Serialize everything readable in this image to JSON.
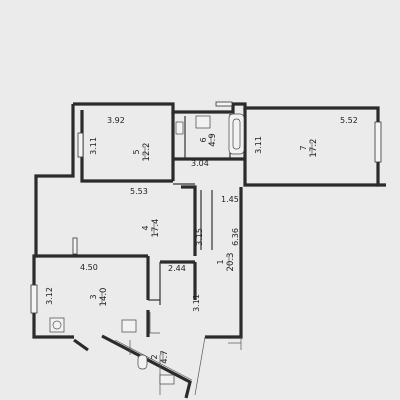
{
  "dimensions": {
    "top_left_width": "3.92",
    "top_left_height": "3.11",
    "bath_width": "3.04",
    "top_right_width": "5.52",
    "top_right_height": "3.11",
    "corridor_top": "1.45",
    "living_width": "5.53",
    "corridor_vertical": "6.36",
    "living_depth": "3.15",
    "bottom_left_width": "4.50",
    "bottom_left_height": "3.12",
    "kitchen_width": "2.44",
    "kitchen_height": "3.11"
  },
  "rooms": {
    "r5": {
      "number": "5",
      "area": "12.2"
    },
    "r6": {
      "number": "6",
      "area": "4.9"
    },
    "r7": {
      "number": "7",
      "area": "17.2"
    },
    "r4": {
      "number": "4",
      "area": "17.4"
    },
    "r1": {
      "number": "1",
      "area": "20.3"
    },
    "r3": {
      "number": "3",
      "area": "14.0"
    },
    "r2": {
      "number": "2",
      "area": "4.7"
    }
  }
}
